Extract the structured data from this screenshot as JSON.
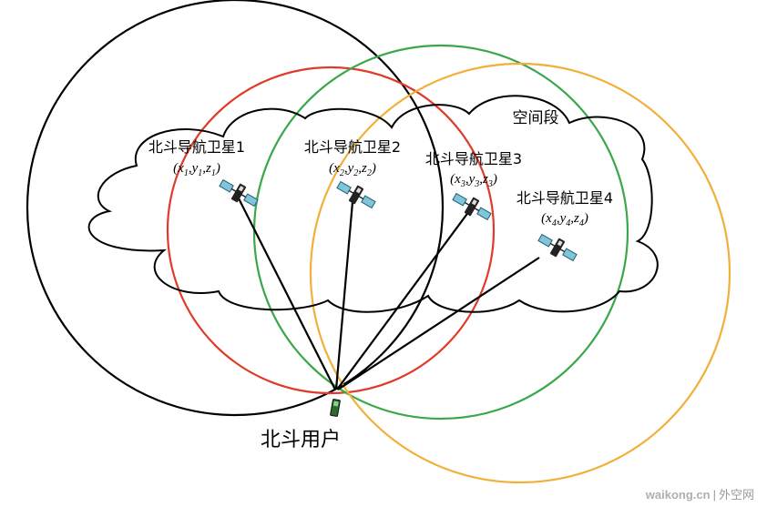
{
  "segment_label": "空间段",
  "satellites": [
    {
      "name": "北斗导航卫星1",
      "coord": "(x1,y1,z1)",
      "x": "x",
      "y": "y",
      "z": "z",
      "sub": "1"
    },
    {
      "name": "北斗导航卫星2",
      "coord": "(x2,y2,z2)",
      "x": "x",
      "y": "y",
      "z": "z",
      "sub": "2"
    },
    {
      "name": "北斗导航卫星3",
      "coord": "(x3,y3,z3)",
      "x": "x",
      "y": "y",
      "z": "z",
      "sub": "3"
    },
    {
      "name": "北斗导航卫星4",
      "coord": "(x4,y4,z4)",
      "x": "x",
      "y": "y",
      "z": "z",
      "sub": "4"
    }
  ],
  "user_label": "北斗用户",
  "watermark": {
    "site": "waikong.cn",
    "sep": "|",
    "name": "外空网"
  },
  "colors": {
    "circle1": "#000000",
    "circle2": "#e03a2a",
    "circle3": "#3aa84a",
    "circle4": "#f0b03a",
    "satellite_panel": "#7fc6da"
  }
}
